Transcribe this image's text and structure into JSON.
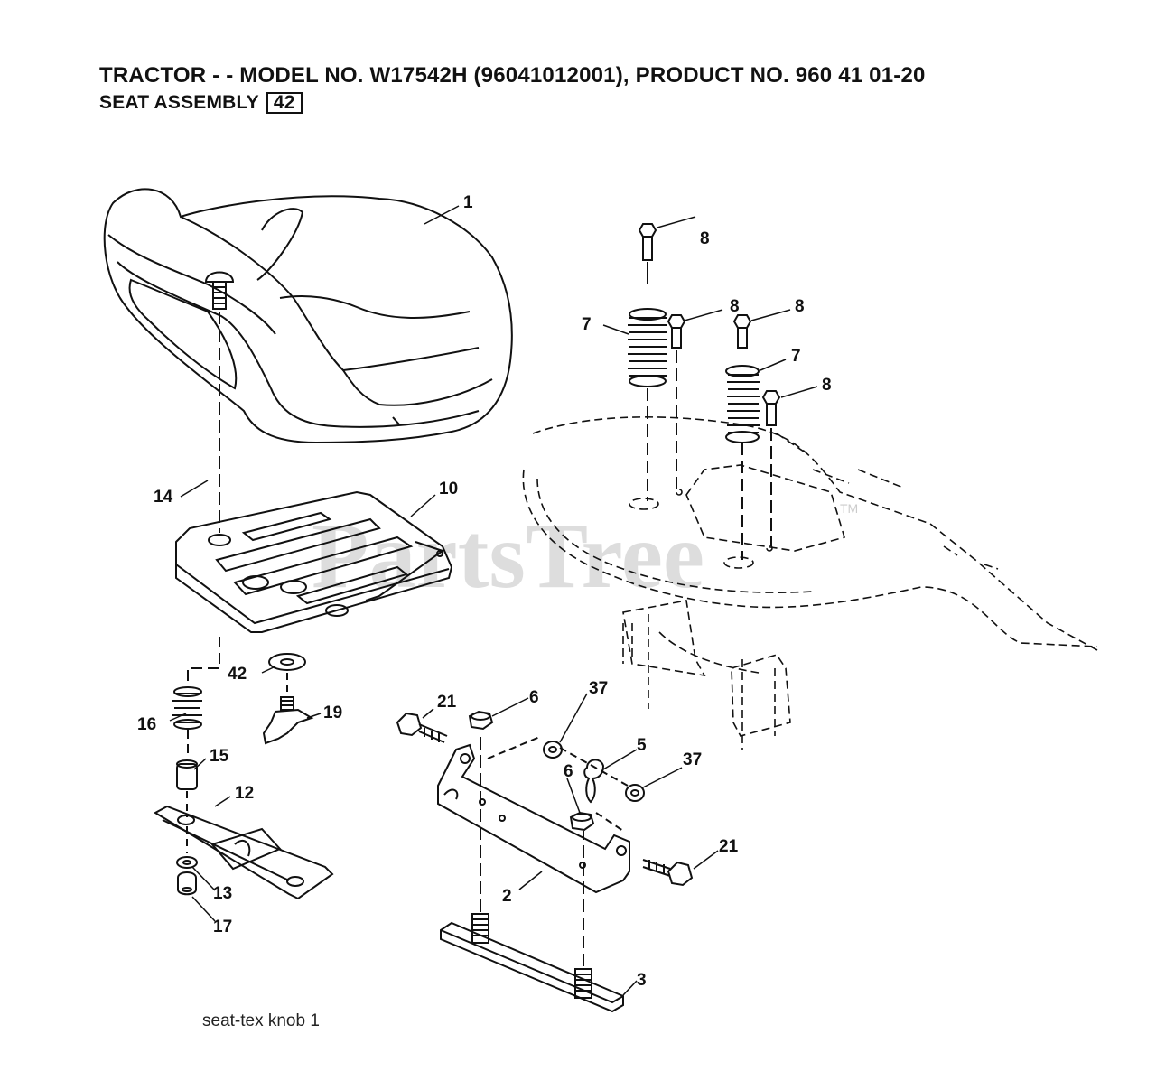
{
  "header": {
    "title": "TRACTOR - - MODEL NO. W17542H  (96041012001), PRODUCT NO. 960 41 01-20",
    "subtitle": "SEAT ASSEMBLY",
    "section_number": "42"
  },
  "watermark": {
    "text": "PartsTree",
    "tm": "TM"
  },
  "footer": {
    "note": "seat-tex  knob  1"
  },
  "callouts": {
    "c1": "1",
    "c2": "2",
    "c3": "3",
    "c5": "5",
    "c6a": "6",
    "c6b": "6",
    "c7a": "7",
    "c7b": "7",
    "c8a": "8",
    "c8b": "8",
    "c8c": "8",
    "c8d": "8",
    "c10": "10",
    "c12": "12",
    "c13": "13",
    "c14": "14",
    "c15": "15",
    "c16": "16",
    "c17": "17",
    "c19": "19",
    "c21a": "21",
    "c21b": "21",
    "c37a": "37",
    "c37b": "37",
    "c42": "42"
  }
}
